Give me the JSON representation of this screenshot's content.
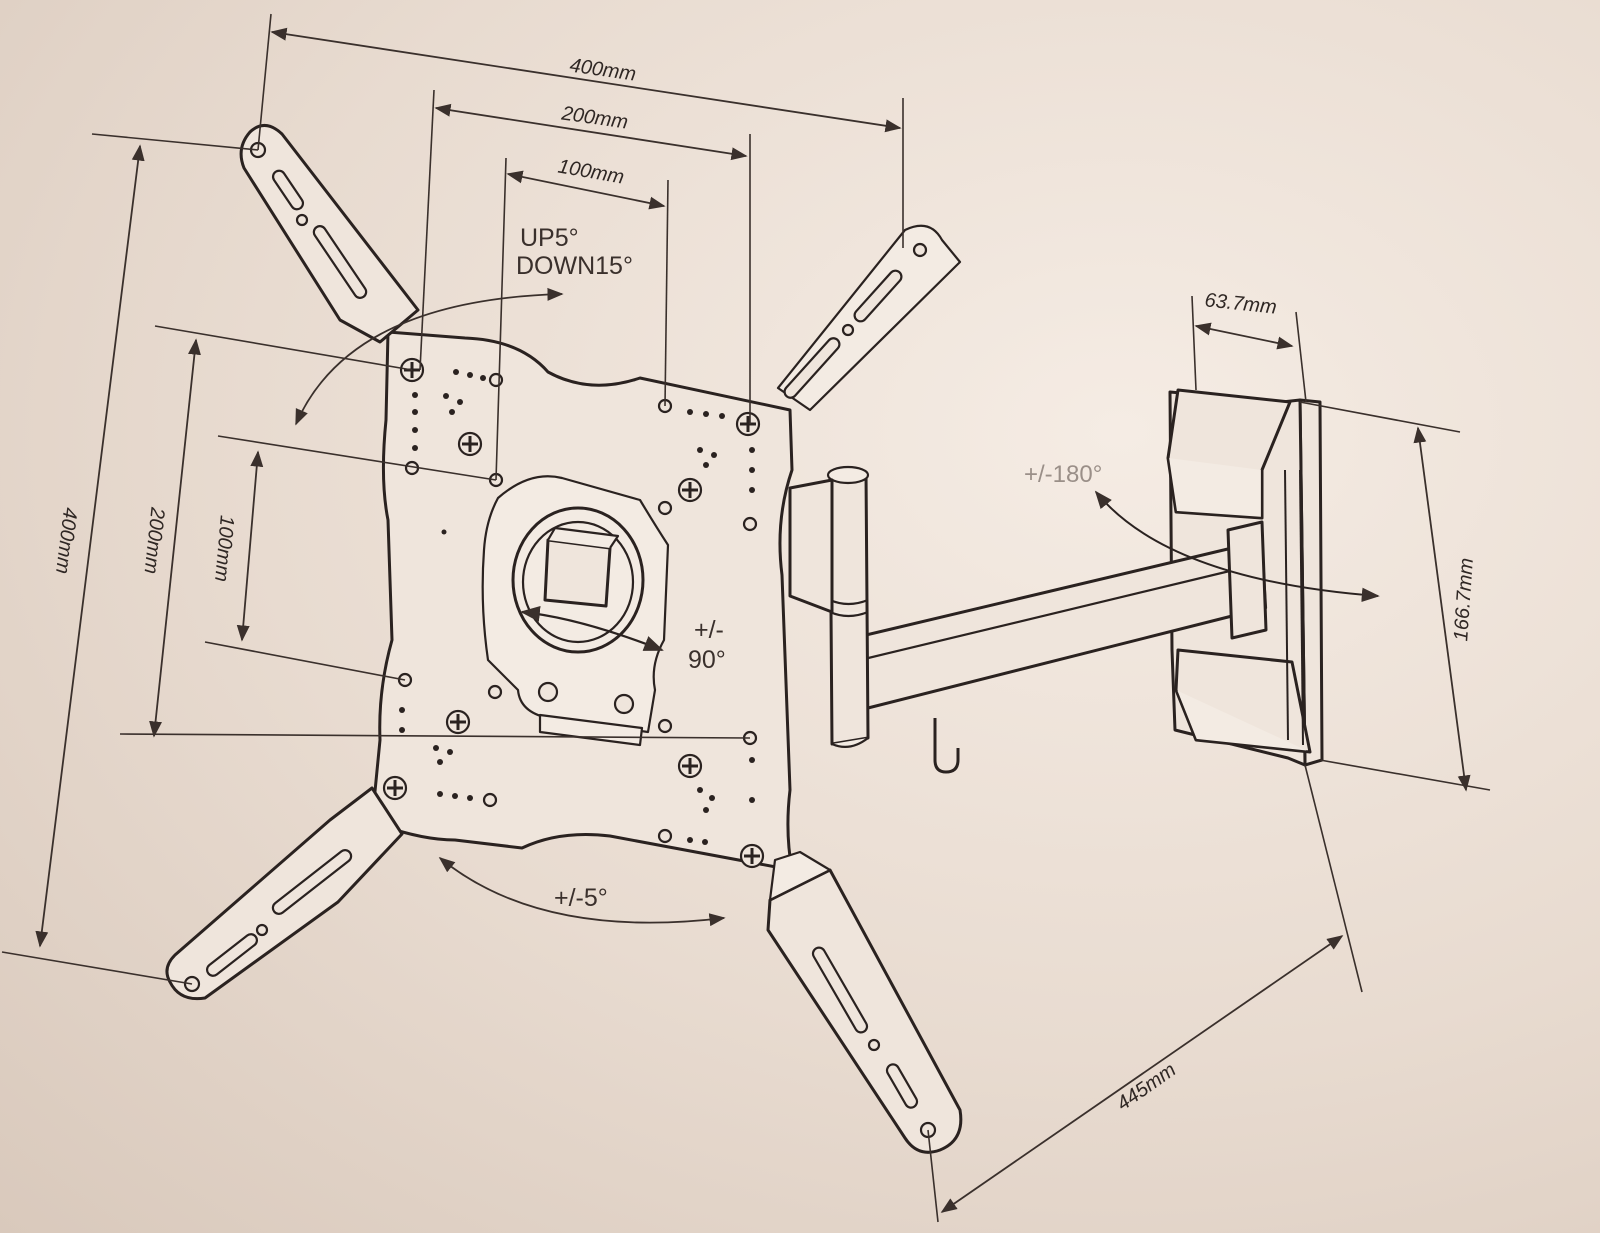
{
  "dimensions": {
    "top_width_400": "400mm",
    "top_width_200": "200mm",
    "top_width_100": "100mm",
    "left_height_400": "400mm",
    "left_height_200": "200mm",
    "left_height_100": "100mm",
    "wall_plate_depth": "63.7mm",
    "wall_plate_height": "166.7mm",
    "arm_extension": "445mm"
  },
  "angles": {
    "tilt_up": "UP5°",
    "tilt_down": "DOWN15°",
    "rotation_sign": "+/-",
    "rotation_value": "90°",
    "swivel": "+/-180°",
    "level_adjust": "+/-5°"
  },
  "colors": {
    "line": "#2a2220",
    "paper": "#ece1d8"
  }
}
